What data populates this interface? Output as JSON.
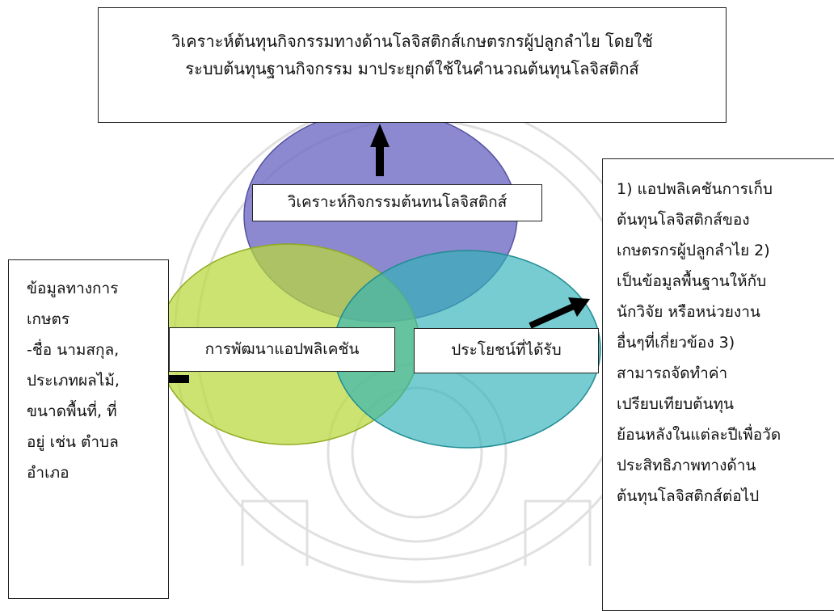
{
  "top_box": {
    "line1": "วิเคราะห์ต้นทุนกิจกรรมทางด้านโลจิสติกส์เกษตรกรผู้ปลูกลำไย โดยใช้",
    "line2": "ระบบต้นทุนฐานกิจกรรม มาประยุกต์ใช้ในคำนวณต้นทุนโลจิสติกส์"
  },
  "circles": {
    "analyze_label": "วิเคราะห์กิจกรรมต้นทนโลจิสติกส์",
    "develop_label": "การพัฒนาแอปพลิเคชัน",
    "benefit_label": "ประโยชน์ที่ได้รับ",
    "colors": {
      "purple": "#6f6cc4",
      "green": "#b8d83a",
      "teal": "#2fb1b8"
    }
  },
  "left_box": {
    "lines": [
      "ข้อมูลทางการ",
      "เกษตร",
      "-ชื่อ นามสกุล,",
      "ประเภทผลไม้,",
      "ขนาดพื้นที่, ที่",
      "อยู่ เช่น ตำบล",
      "อำเภอ"
    ]
  },
  "right_box": {
    "lines": [
      "1) แอปพลิเคชันการเก็บ",
      "ต้นทุนโลจิสติกส์ของ",
      "เกษตรกรผู้ปลูกลำไย 2)",
      "เป็นข้อมูลพื้นฐานให้กับ",
      "นักวิจัย หรือหน่วยงาน",
      "อื่นๆที่เกี่ยวข้อง 3)",
      "สามารถจัดทำค่า",
      "เปรียบเทียบต้นทุน",
      "ย้อนหลังในแต่ละปีเพื่อวัด",
      "ประสิทธิภาพทางด้าน",
      "ต้นทุนโลจิสติกส์ต่อไป"
    ]
  }
}
